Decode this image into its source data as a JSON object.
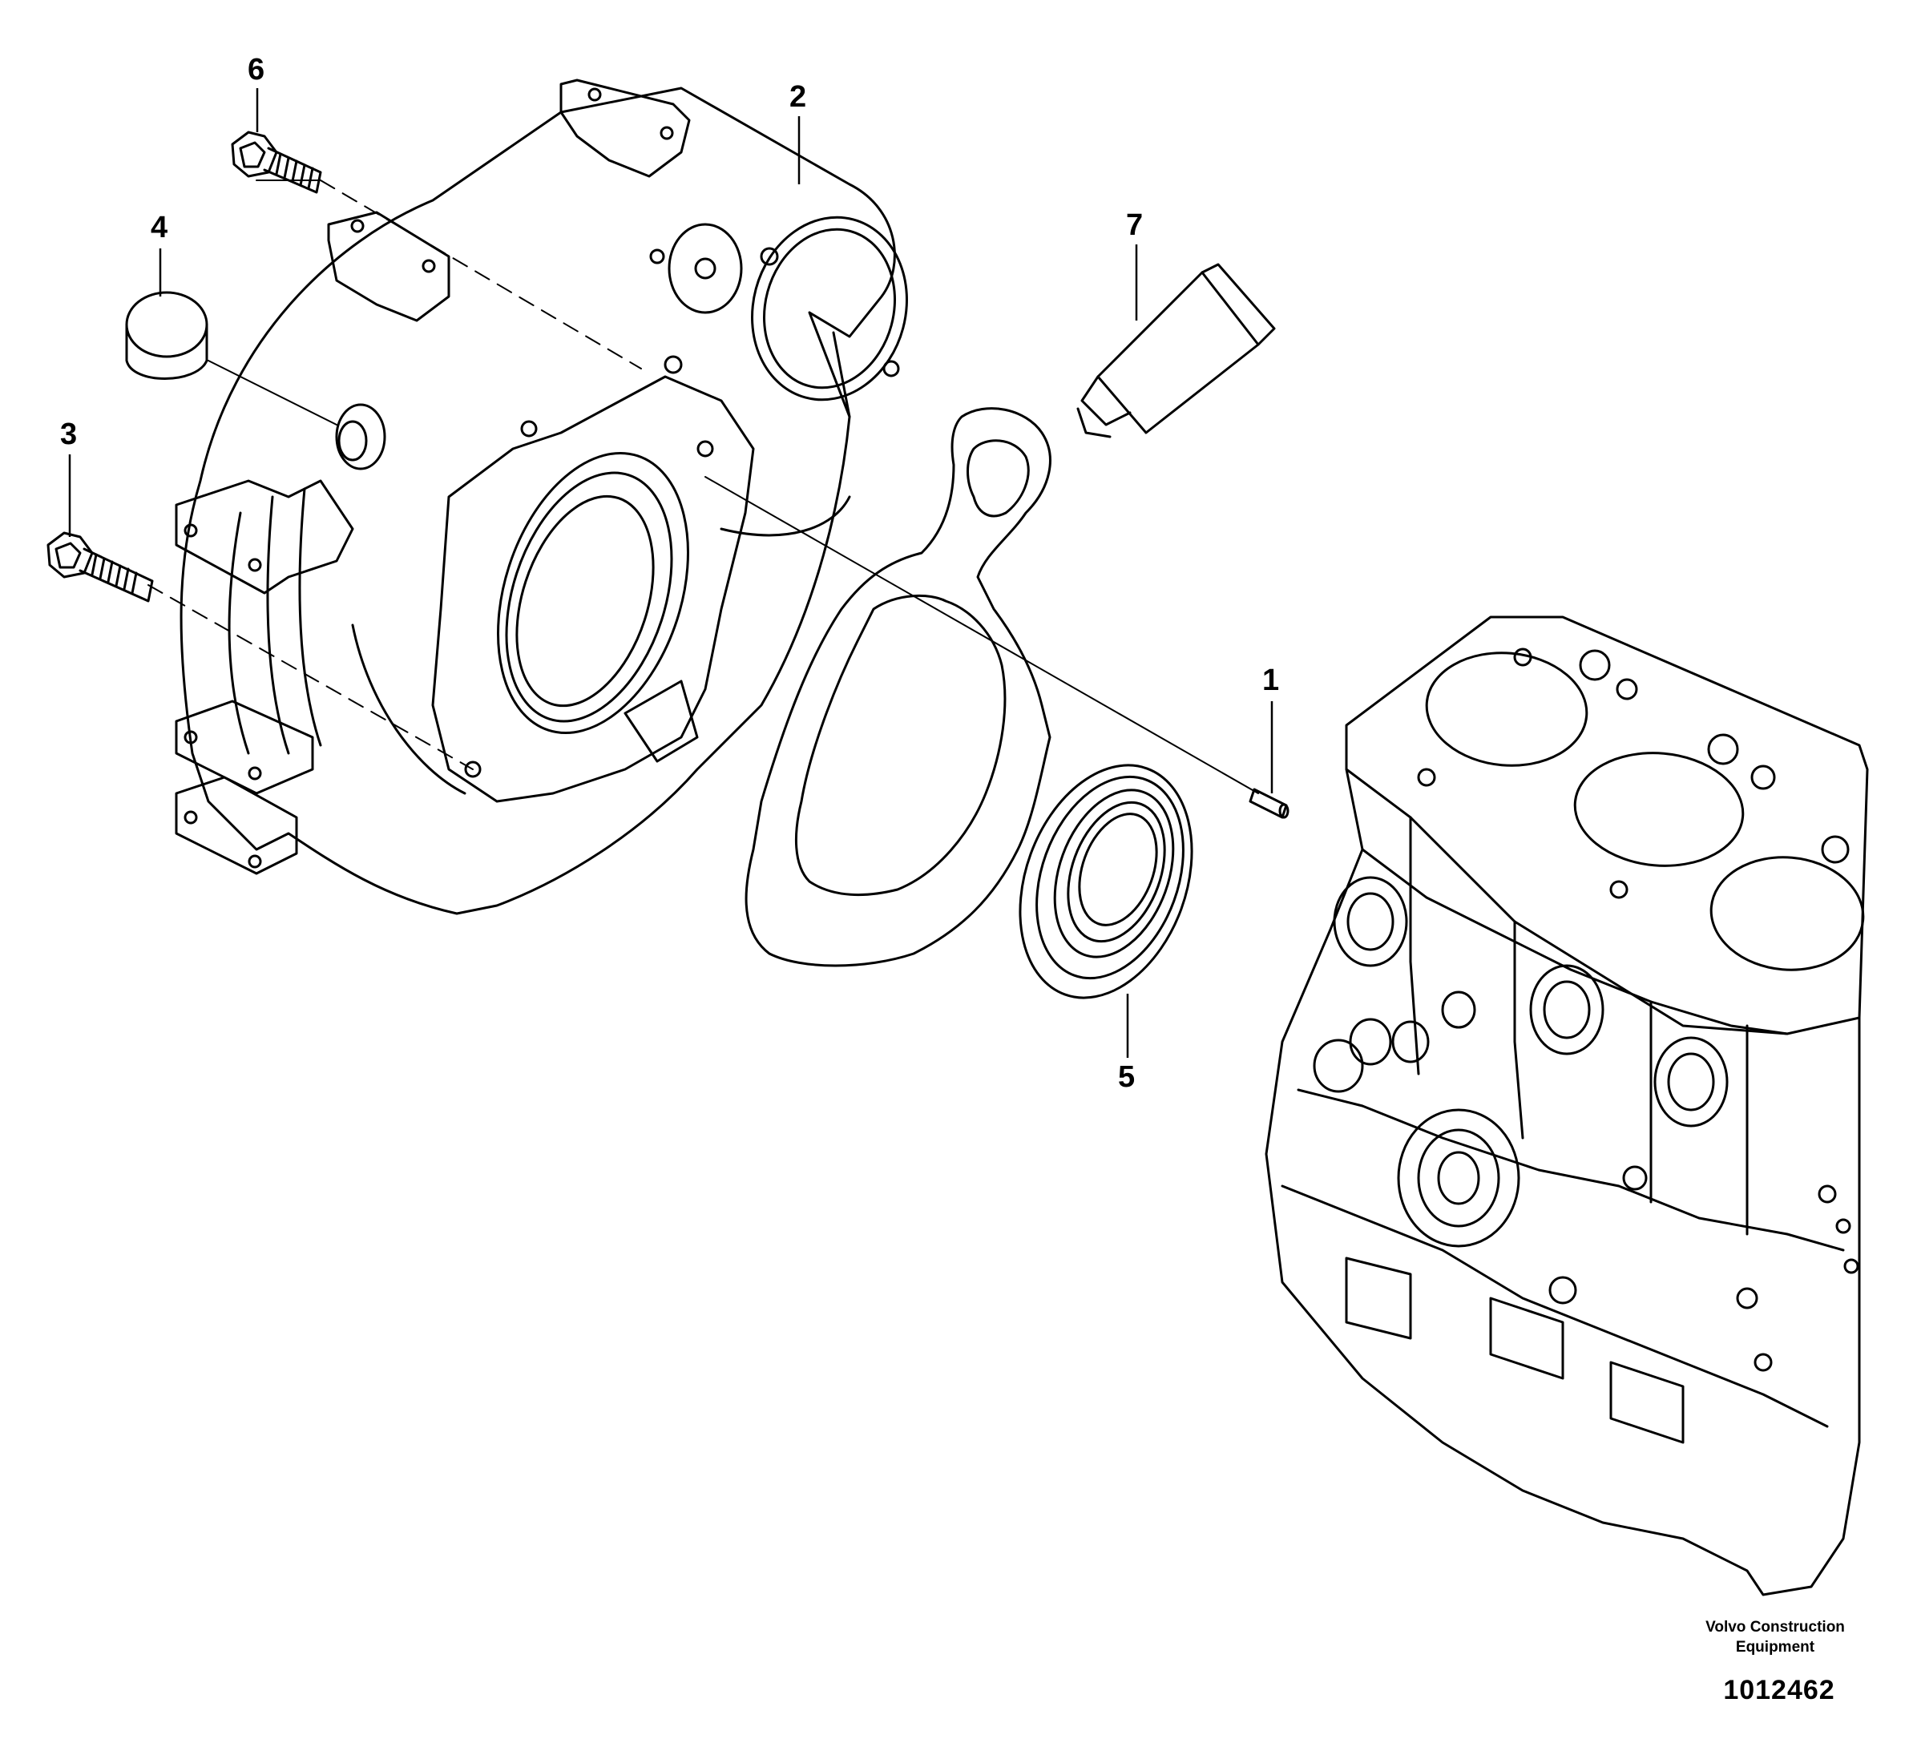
{
  "diagram": {
    "callouts": [
      {
        "id": "1",
        "text": "1"
      },
      {
        "id": "2",
        "text": "2"
      },
      {
        "id": "3",
        "text": "3"
      },
      {
        "id": "4",
        "text": "4"
      },
      {
        "id": "5",
        "text": "5"
      },
      {
        "id": "6",
        "text": "6"
      },
      {
        "id": "7",
        "text": "7"
      }
    ],
    "parts": [
      "dowel-pin",
      "flywheel-housing",
      "bolt",
      "plug",
      "oil-seal",
      "bolt",
      "sealant-tube"
    ]
  },
  "footer": {
    "brand_line1": "Volvo Construction",
    "brand_line2": "Equipment",
    "drawing_number": "1012462"
  },
  "colors": {
    "line": "#000000",
    "background": "#ffffff"
  }
}
